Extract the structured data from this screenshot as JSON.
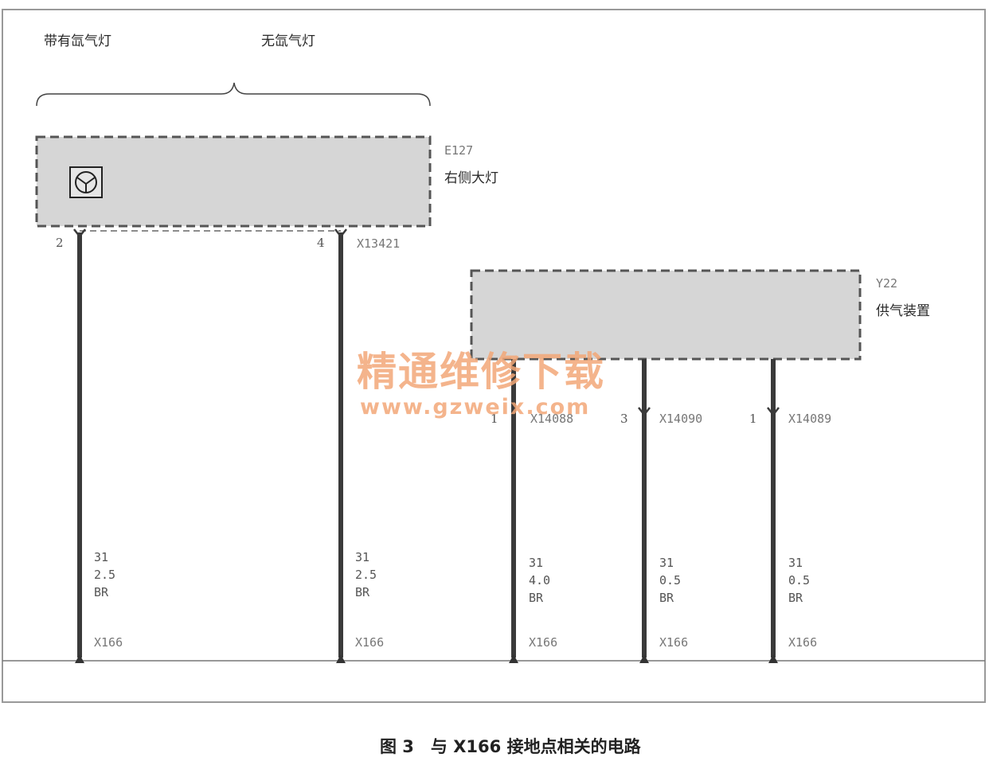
{
  "labels": {
    "with_xenon": "带有氙气灯",
    "without_xenon": "无氙气灯"
  },
  "components": {
    "headlight": {
      "code": "E127",
      "name": "右侧大灯",
      "connector": "X13421"
    },
    "supply": {
      "code": "Y22",
      "name": "供气装置"
    }
  },
  "pins": {
    "w1": "2",
    "w2": "4",
    "w3": "1",
    "w4": "3",
    "w5": "1"
  },
  "connectors": {
    "w3": "X14088",
    "w4": "X14090",
    "w5": "X14089"
  },
  "wires": [
    {
      "circuit": "31",
      "size": "2.5",
      "color": "BR",
      "ground": "X166"
    },
    {
      "circuit": "31",
      "size": "2.5",
      "color": "BR",
      "ground": "X166"
    },
    {
      "circuit": "31",
      "size": "4.0",
      "color": "BR",
      "ground": "X166"
    },
    {
      "circuit": "31",
      "size": "0.5",
      "color": "BR",
      "ground": "X166"
    },
    {
      "circuit": "31",
      "size": "0.5",
      "color": "BR",
      "ground": "X166"
    }
  ],
  "watermark": {
    "line1": "精通维修下载",
    "line2": "www.gzweix.com",
    "color": "#f3a878"
  },
  "caption": "图 3　与 X166 接地点相关的电路",
  "colors": {
    "box_fill": "#d6d6d6",
    "wire": "#3a3a3a",
    "frame": "#999999"
  }
}
